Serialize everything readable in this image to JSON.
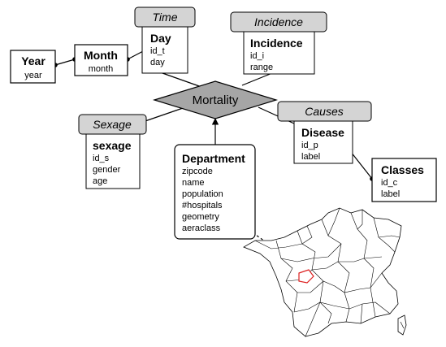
{
  "fact": {
    "name": "Mortality"
  },
  "dimensions": {
    "time": {
      "name": "Time",
      "levels": {
        "day": {
          "title": "Day",
          "attributes": [
            "id_t",
            "day"
          ]
        },
        "month": {
          "title": "Month",
          "attributes": [
            "month"
          ]
        },
        "year": {
          "title": "Year",
          "attributes": [
            "year"
          ]
        }
      }
    },
    "incidence": {
      "name": "Incidence",
      "levels": {
        "incidence": {
          "title": "Incidence",
          "attributes": [
            "id_i",
            "range"
          ]
        }
      }
    },
    "sexage": {
      "name": "Sexage",
      "levels": {
        "sexage": {
          "title": "sexage",
          "attributes": [
            "id_s",
            "gender",
            "age"
          ]
        }
      }
    },
    "causes": {
      "name": "Causes",
      "levels": {
        "disease": {
          "title": "Disease",
          "attributes": [
            "id_p",
            "label"
          ]
        },
        "classes": {
          "title": "Classes",
          "attributes": [
            "id_c",
            "label"
          ]
        }
      }
    },
    "department": {
      "title": "Department",
      "attributes": [
        "zipcode",
        "name",
        "population",
        "#hospitals",
        "geometry",
        "aeraclass"
      ]
    }
  },
  "map": {
    "highlight_color": "#dd2222"
  }
}
